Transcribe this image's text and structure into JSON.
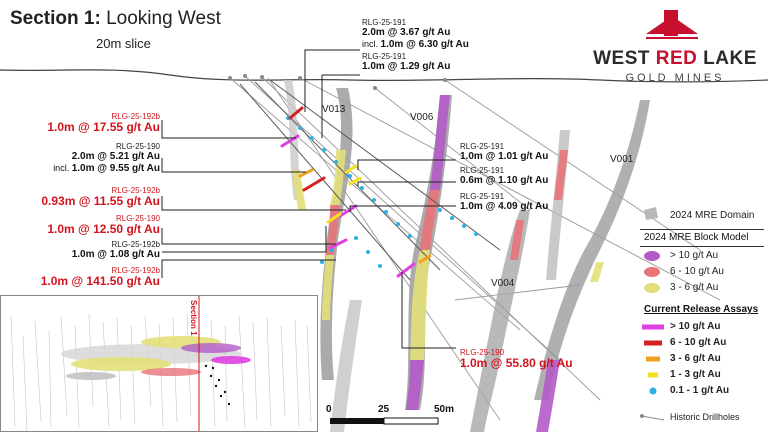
{
  "header": {
    "title_bold": "Section 1:",
    "title_rest": " Looking West",
    "subtitle": "20m slice"
  },
  "logo": {
    "name_left": "WEST ",
    "name_red": "RED",
    "name_right": " LAKE",
    "sub": "GOLD MINES"
  },
  "labels": {
    "l1": {
      "hole": "RLG-25-191",
      "val": "2.0m @ 3.67 g/t Au",
      "incl": "incl. ",
      "incl_val": "1.0m @ 6.30 g/t Au"
    },
    "l2": {
      "hole": "RLG-25-191",
      "val": "1.0m @ 1.29 g/t Au"
    },
    "l3": {
      "hole": "RLG-25-192b",
      "val": "1.0m @ 17.55 g/t Au"
    },
    "l4": {
      "hole": "RLG-25-190",
      "val": "2.0m @ 5.21 g/t Au",
      "incl": "incl. ",
      "incl_val": "1.0m @ 9.55 g/t Au"
    },
    "l5": {
      "hole": "RLG-25-191",
      "val": "1.0m @ 1.01 g/t Au"
    },
    "l6": {
      "hole": "RLG-25-191",
      "val": "0.6m @ 1.10 g/t Au"
    },
    "l7": {
      "hole": "RLG-25-192b",
      "val": "0.93m @ 11.55 g/t Au"
    },
    "l8": {
      "hole": "RLG-25-191",
      "val": "1.0m @ 4.09 g/t Au"
    },
    "l9": {
      "hole": "RLG-25-190",
      "val": "1.0m @ 12.50 g/t Au"
    },
    "l10": {
      "hole": "RLG-25-192b",
      "val": "1.0m @ 1.08 g/t Au"
    },
    "l11": {
      "hole": "RLG-25-192b",
      "val": "1.0m @ 141.50 g/t Au"
    },
    "l12": {
      "hole": "RLG-25-190",
      "val": "1.0m @ 55.80 g/t Au"
    }
  },
  "veins": {
    "v013": "V013",
    "v006": "V006",
    "v001": "V001",
    "v004": "V004"
  },
  "legend": {
    "mre_domain": "2024 MRE Domain",
    "block_model_title": "2024 MRE Block Model",
    "bm": [
      ">  10 g/t Au",
      "6 - 10 g/t Au",
      "3 - 6 g/t Au"
    ],
    "assays_title": "Current Release Assays",
    "assays": [
      "> 10 g/t Au",
      "6 - 10 g/t Au",
      "3 - 6 g/t Au",
      "1 - 3 g/t Au",
      "0.1 - 1 g/t Au"
    ],
    "historic": "Historic Drillholes",
    "colors": {
      "bm_high": "#b25bc8",
      "bm_mid": "#e8737a",
      "bm_low": "#e3e07a",
      "a_high": "#e040e0",
      "a_mid": "#d42020",
      "a_3": "#f0a020",
      "a_1": "#f5e020",
      "a_01": "#30b0e8",
      "domain": "#b8b8b8"
    }
  },
  "scale": {
    "t0": "0",
    "t25": "25",
    "t50": "50m"
  },
  "inset": {
    "section_label": "Section 1"
  }
}
